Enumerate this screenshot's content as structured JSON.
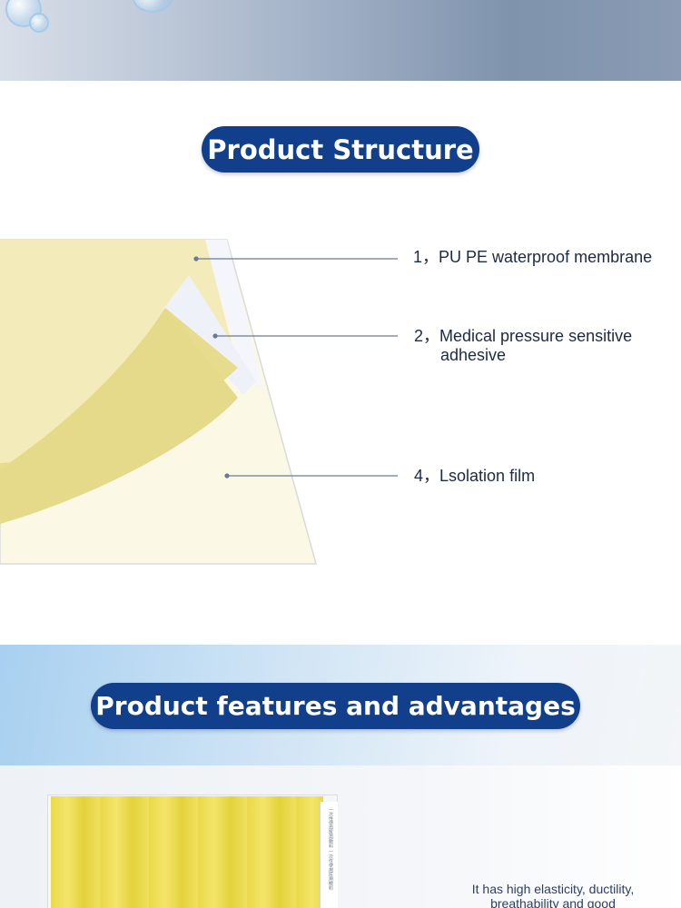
{
  "structure": {
    "heading": "Product Structure",
    "labels": {
      "layer1": "1，PU PE waterproof membrane",
      "layer2_line1": "2，Medical pressure sensitive",
      "layer2_line2": "adhesive",
      "layer4": "4，Lsolation film"
    }
  },
  "features": {
    "heading": "Product features and advantages",
    "product_print_1": "一次性使用医用敷料",
    "product_print_2": "一次性使用医用敷料",
    "description_line1": "It has high elasticity, ductility,",
    "description_line2": "breathability and good"
  },
  "colors": {
    "pill": "#123f8c",
    "membrane": "#f3ecba",
    "adhesive": "#e5d98a",
    "isolation_film": "#fbf8e6",
    "leader_line": "#6a7a96"
  }
}
